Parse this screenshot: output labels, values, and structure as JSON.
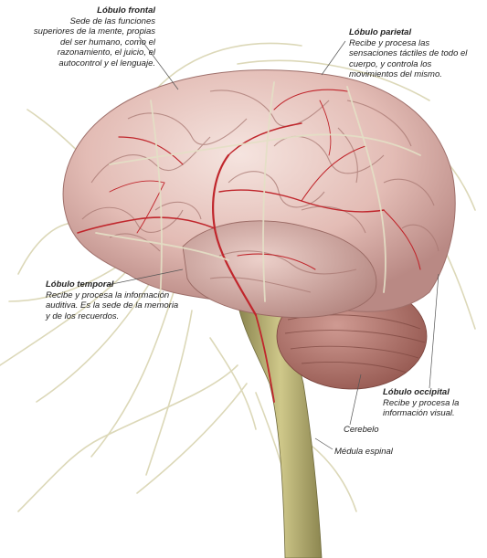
{
  "labels": {
    "frontal": {
      "title": "Lóbulo frontal",
      "desc": "Sede de las funciones superiores de la mente, propias del ser humano, como el razonamiento, el juicio, el autocontrol y el lenguaje."
    },
    "parietal": {
      "title": "Lóbulo parietal",
      "desc": "Recibe y procesa las sensaciones táctiles de todo el cuerpo, y controla los movimientos del mismo."
    },
    "temporal": {
      "title": "Lóbulo temporal",
      "desc": "Recibe y procesa la información auditiva. Es la sede de la memoria y de los recuerdos."
    },
    "occipital": {
      "title": "Lóbulo occipital",
      "desc": "Recibe y procesa la información visual."
    },
    "cerebelo": {
      "title": "Cerebelo"
    },
    "medula": {
      "title": "Médula espinal"
    }
  },
  "colors": {
    "cortex": "#e8c4bf",
    "cortex_shadow": "#b07f7a",
    "vessel": "#c0262c",
    "nerve": "#dcd8b8",
    "cerebellum": "#b07268",
    "spinal_cord": "#b4ad6c"
  }
}
